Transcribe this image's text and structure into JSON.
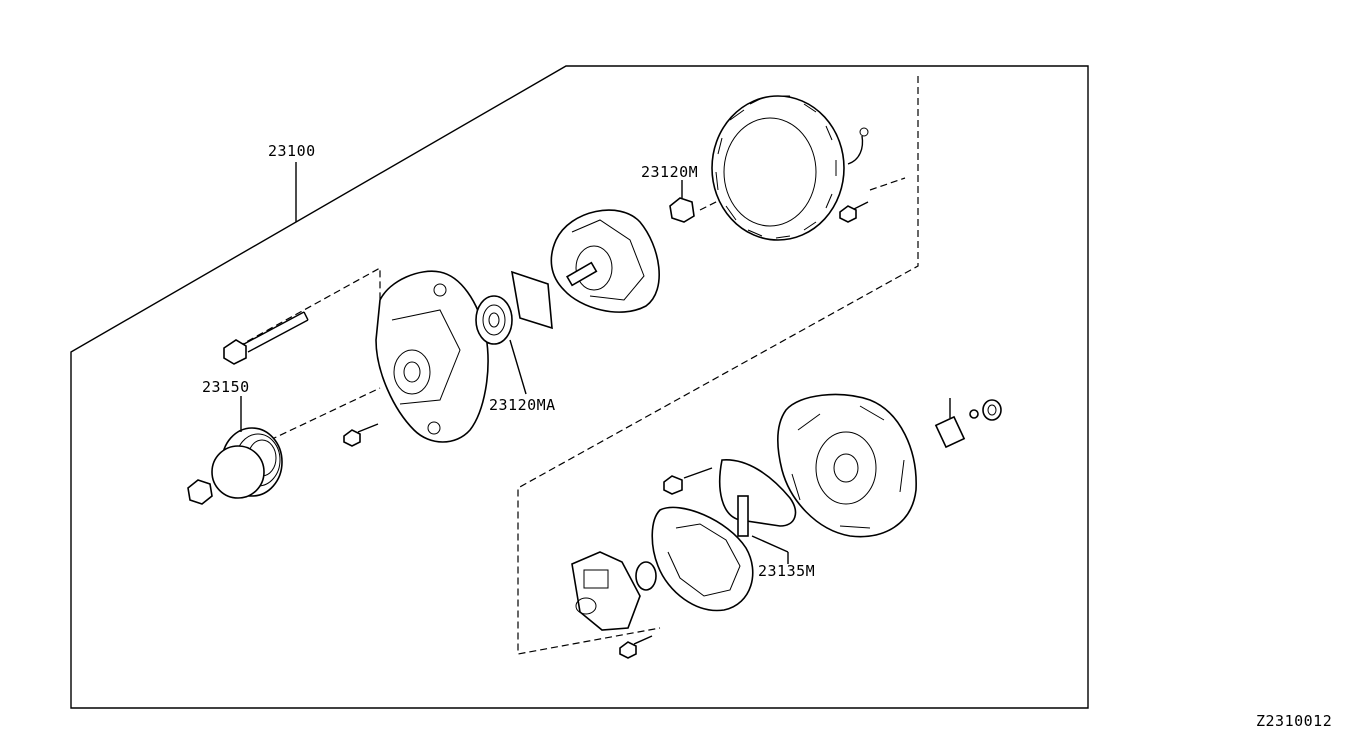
{
  "diagram": {
    "part_labels": [
      {
        "id": "p23100",
        "text": "23100"
      },
      {
        "id": "p23150",
        "text": "23150"
      },
      {
        "id": "p23120MA",
        "text": "23120MA"
      },
      {
        "id": "p23120M",
        "text": "23120M"
      },
      {
        "id": "p23135M",
        "text": "23135M"
      }
    ],
    "diagram_code": "Z2310012"
  }
}
